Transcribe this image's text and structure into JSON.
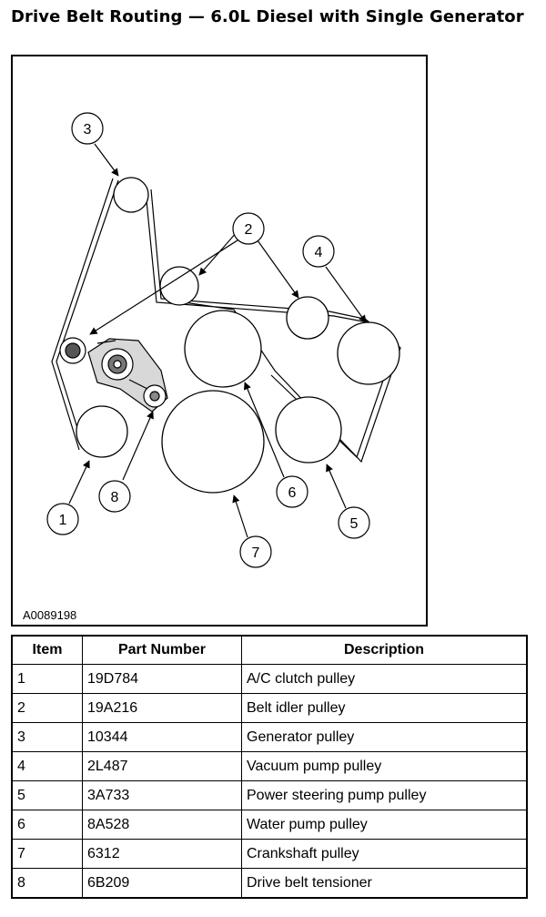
{
  "title": "Drive Belt Routing — 6.0L Diesel with Single Generator",
  "figure_id": "A0089198",
  "callouts": [
    "1",
    "2",
    "3",
    "4",
    "5",
    "6",
    "7",
    "8"
  ],
  "table": {
    "headers": [
      "Item",
      "Part Number",
      "Description"
    ],
    "rows": [
      [
        "1",
        "19D784",
        "A/C clutch pulley"
      ],
      [
        "2",
        "19A216",
        "Belt idler pulley"
      ],
      [
        "3",
        "10344",
        "Generator pulley"
      ],
      [
        "4",
        "2L487",
        "Vacuum pump pulley"
      ],
      [
        "5",
        "3A733",
        "Power steering pump pulley"
      ],
      [
        "6",
        "8A528",
        "Water pump pulley"
      ],
      [
        "7",
        "6312",
        "Crankshaft pulley"
      ],
      [
        "8",
        "6B209",
        "Drive belt tensioner"
      ]
    ]
  }
}
